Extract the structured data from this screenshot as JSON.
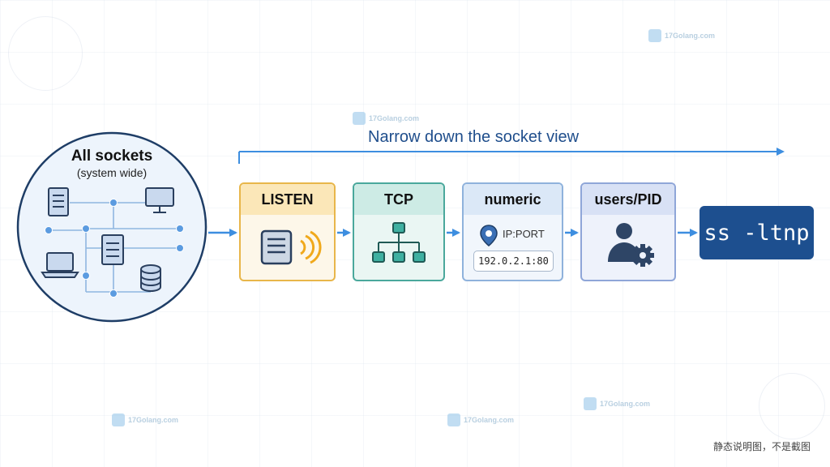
{
  "source": {
    "title": "All sockets",
    "subtitle": "(system wide)"
  },
  "flow": {
    "label": "Narrow down the socket view"
  },
  "filters": [
    {
      "label": "LISTEN",
      "icon": "server-signal-icon",
      "color": "#e8b64a"
    },
    {
      "label": "TCP",
      "icon": "tcp-tree-icon",
      "color": "#4aa89c"
    },
    {
      "label": "numeric",
      "icon": "location-pin-icon",
      "detail_label": "IP:PORT",
      "example": "192.0.2.1:80",
      "color": "#8fb2dc"
    },
    {
      "label": "users/PID",
      "icon": "user-gear-icon",
      "color": "#8fa6d8"
    }
  ],
  "result": {
    "command": "ss -ltnp",
    "color": "#1d4f8f"
  },
  "watermark": "17Golang.com",
  "footnote": "静态说明图，不是截图",
  "colors": {
    "accent": "#3d8ee0",
    "title_blue": "#1f4e8c"
  }
}
